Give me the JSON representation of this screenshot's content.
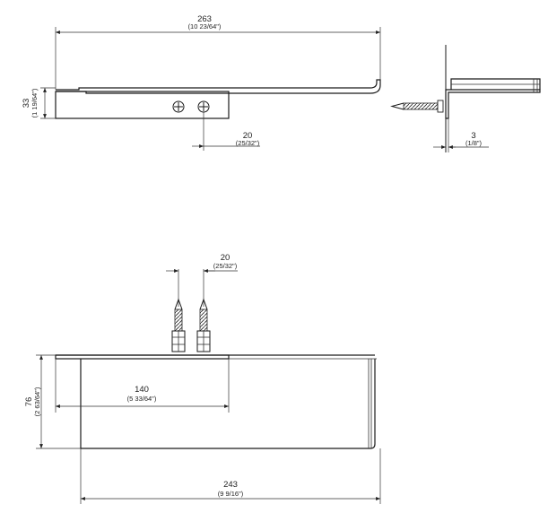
{
  "dimensions": {
    "top_overall": {
      "value": "263",
      "imperial": "(10 23/64\")"
    },
    "top_height": {
      "value": "33",
      "imperial": "(1 19/64\")"
    },
    "top_spacing": {
      "value": "20",
      "imperial": "(25/32\")"
    },
    "side_thickness": {
      "value": "3",
      "imperial": "(1/8\")"
    },
    "plan_spacing": {
      "value": "20",
      "imperial": "(25/32\")"
    },
    "plan_depth": {
      "value": "76",
      "imperial": "(2 63/64\")"
    },
    "plan_offset": {
      "value": "140",
      "imperial": "(5 33/64\")"
    },
    "plan_width": {
      "value": "243",
      "imperial": "(9 9/16\")"
    }
  }
}
